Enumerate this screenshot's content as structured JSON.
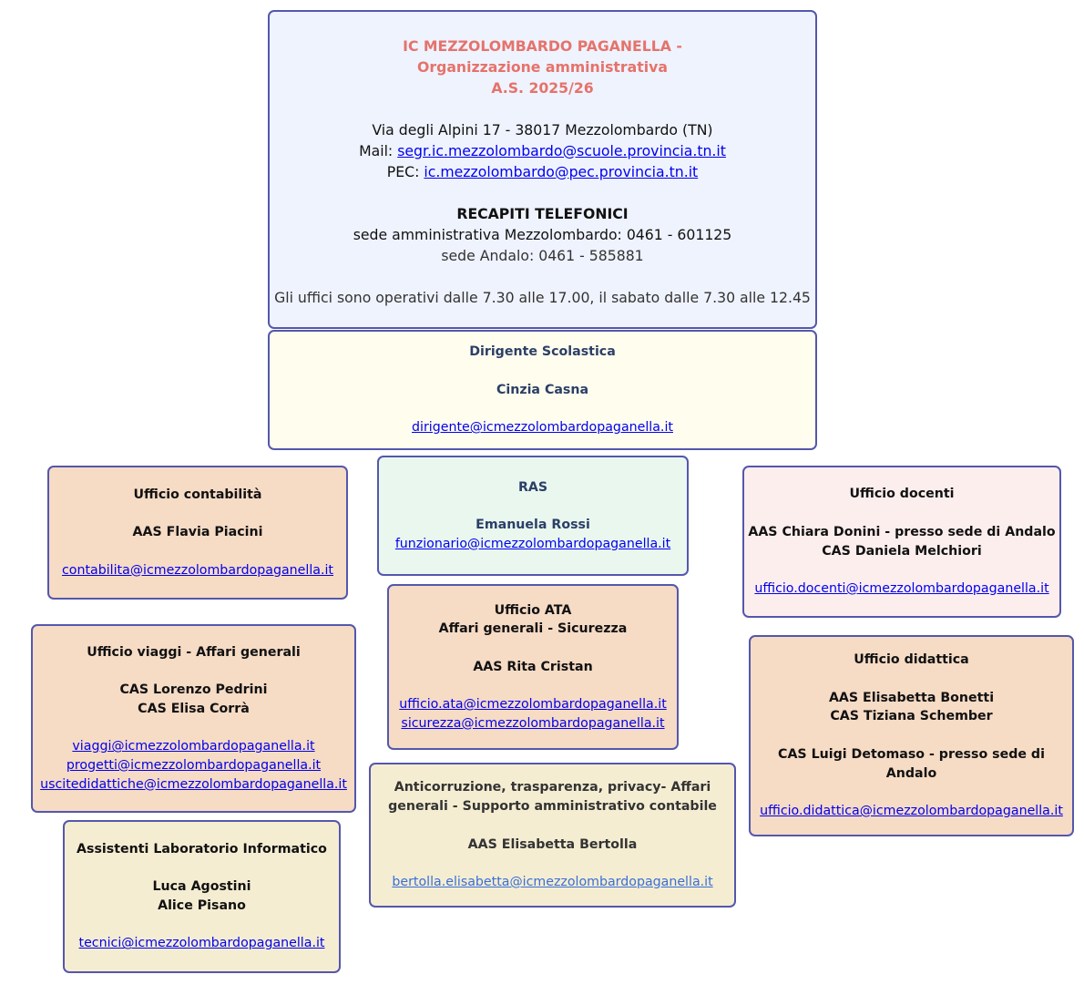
{
  "header": {
    "title_line1": "IC MEZZOLOMBARDO PAGANELLA -",
    "title_line2": "Organizzazione amministrativa",
    "title_line3": "A.S. 2025/26",
    "address": "Via degli Alpini 17 - 38017 Mezzolombardo (TN)",
    "mail_label": "Mail: ",
    "mail": "segr.ic.mezzolombardo@scuole.provincia.tn.it",
    "pec_label": "PEC: ",
    "pec": "ic.mezzolombardo@pec.provincia.tn.it",
    "phones_title": "RECAPITI TELEFONICI",
    "phone_main": "sede amministrativa Mezzolombardo:  0461 - 601125",
    "phone_andalo": "sede Andalo: 0461 - 585881",
    "hours": "Gli uffici sono operativi dalle 7.30 alle 17.00, il sabato dalle 7.30 alle 12.45"
  },
  "dirigente": {
    "title": "Dirigente Scolastica",
    "name": "Cinzia Casna",
    "email": "dirigente@icmezzolombardopaganella.it"
  },
  "ras": {
    "title": "RAS",
    "name": "Emanuela Rossi",
    "email": "funzionario@icmezzolombardopaganella.it"
  },
  "contabilita": {
    "title": "Ufficio contabilità",
    "person": "AAS Flavia Piacini",
    "email": "contabilita@icmezzolombardopaganella.it"
  },
  "docenti": {
    "title": "Ufficio docenti",
    "person1": "AAS Chiara Donini - presso sede di Andalo",
    "person2": "CAS Daniela Melchiori",
    "email": "ufficio.docenti@icmezzolombardopaganella.it"
  },
  "ata": {
    "title1": "Ufficio ATA",
    "title2": "Affari generali - Sicurezza",
    "person": "AAS Rita Cristan",
    "email1": "ufficio.ata@icmezzolombardopaganella.it",
    "email2": "sicurezza@icmezzolombardopaganella.it"
  },
  "viaggi": {
    "title": "Ufficio viaggi - Affari generali",
    "person1": "CAS Lorenzo Pedrini",
    "person2": "CAS Elisa Corrà",
    "email1": "viaggi@icmezzolombardopaganella.it",
    "email2": "progetti@icmezzolombardopaganella.it",
    "email3": "uscitedidattiche@icmezzolombardopaganella.it"
  },
  "didattica": {
    "title": "Ufficio didattica",
    "person1": "AAS Elisabetta Bonetti",
    "person2": "CAS Tiziana Schember",
    "person3": "CAS Luigi Detomaso -  presso sede di Andalo",
    "email": "ufficio.didattica@icmezzolombardopaganella.it"
  },
  "anticorruzione": {
    "title1": "Anticorruzione, trasparenza, privacy- Affari",
    "title2": "generali - Supporto amministrativo contabile",
    "person": "AAS Elisabetta Bertolla",
    "email": "bertolla.elisabetta@icmezzolombardopaganella.it"
  },
  "laboratorio": {
    "title": "Assistenti Laboratorio Informatico",
    "person1": "Luca Agostini",
    "person2": "Alice Pisano",
    "email": "tecnici@icmezzolombardopaganella.it"
  }
}
